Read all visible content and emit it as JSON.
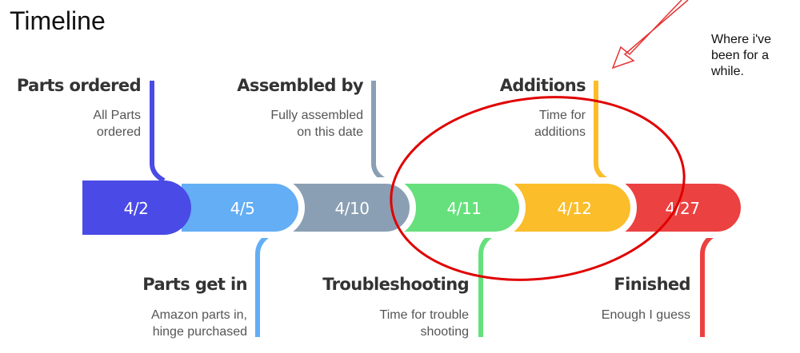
{
  "title": "Timeline",
  "note": "Where i've been for a while.",
  "colors": {
    "indigo": "#4a4ae6",
    "light_blue": "#63aef5",
    "slate": "#8a9fb3",
    "green": "#66e07c",
    "amber": "#fbbd2a",
    "red": "#ec4141",
    "annotation": "#e00000"
  },
  "milestones": [
    {
      "date": "4/2",
      "title": "Parts ordered",
      "description_lines": [
        "All Parts",
        "ordered"
      ]
    },
    {
      "date": "4/5",
      "title": "Parts get in",
      "description_lines": [
        "Amazon parts in,",
        "hinge purchased"
      ]
    },
    {
      "date": "4/10",
      "title": "Assembled by",
      "description_lines": [
        "Fully assembled",
        "on this date"
      ]
    },
    {
      "date": "4/11",
      "title": "Troubleshooting",
      "description_lines": [
        "Time for trouble",
        "shooting"
      ]
    },
    {
      "date": "4/12",
      "title": "Additions",
      "description_lines": [
        "Time for",
        "additions"
      ]
    },
    {
      "date": "4/27",
      "title": "Finished",
      "description_lines": [
        "Enough I guess"
      ]
    }
  ]
}
